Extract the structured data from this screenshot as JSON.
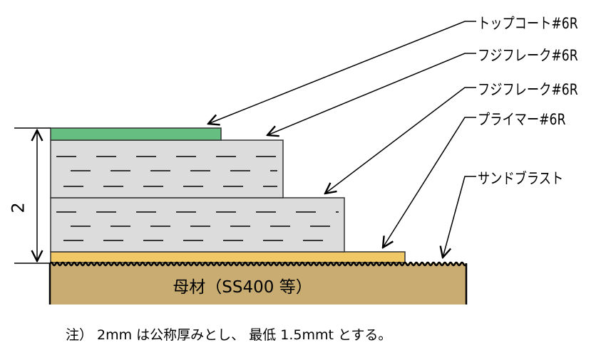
{
  "labels": {
    "top_coat": "トップコート#6R",
    "flake_1": "フジフレーク#6R",
    "flake_2": "フジフレーク#6R",
    "primer": "プライマー#6R",
    "sandblast": "サンドブラスト"
  },
  "base_material": "母材（SS400 等）",
  "dimension": "2",
  "note": "注） 2mm は公称厚みとし、 最低 1.5mmt とする。",
  "colors": {
    "top_coat": "#66bf80",
    "flake": "#dcdcdc",
    "primer": "#f0c865",
    "base": "#c8ac72"
  }
}
